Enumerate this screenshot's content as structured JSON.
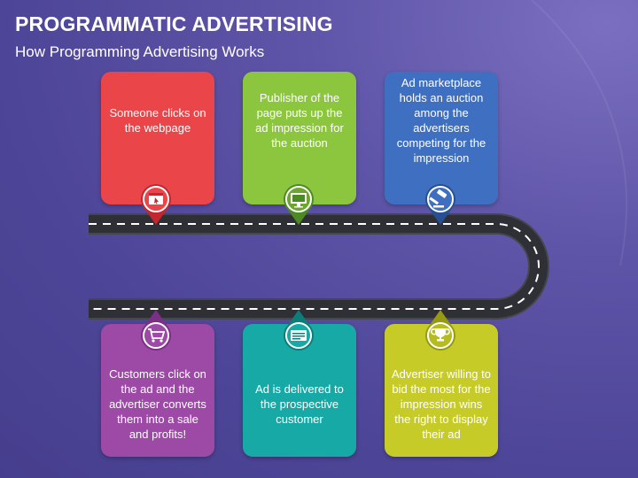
{
  "header": {
    "title": "PROGRAMMATIC ADVERTISING",
    "subtitle": "How Programming Advertising Works"
  },
  "steps": [
    {
      "text": "Someone clicks on the webpage",
      "color": "#ea4549",
      "icon": "clicked-webpage-icon"
    },
    {
      "text": "Publisher of the page puts up the ad impression for the auction",
      "color": "#8cc63f",
      "icon": "monitor-ad-icon"
    },
    {
      "text": "Ad marketplace holds an auction among the advertisers competing for the impression",
      "color": "#3f6fc1",
      "icon": "auction-gavel-icon"
    },
    {
      "text": "Advertiser willing to bid the most for the impression wins the right to display their ad",
      "color": "#c6cb28",
      "icon": "trophy-icon"
    },
    {
      "text": "Ad is delivered to the prospective customer",
      "color": "#17a9a5",
      "icon": "ad-delivery-icon"
    },
    {
      "text": "Customers click on the ad and the advertiser converts them into a sale and profits!",
      "color": "#9c4aa5",
      "icon": "shopping-cart-icon"
    }
  ],
  "colors": {
    "road": "#2f3036",
    "road_edge": "#46474d",
    "road_dash": "#ffffff"
  }
}
